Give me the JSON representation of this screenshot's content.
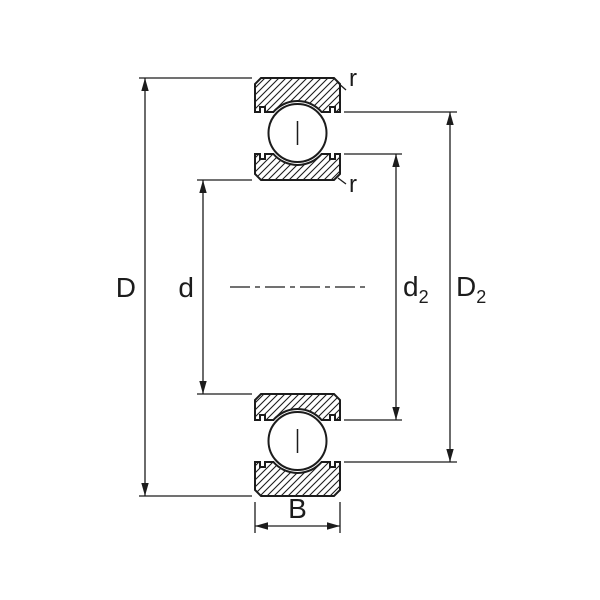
{
  "diagram": {
    "type": "bearing-cross-section-drawing",
    "labels": {
      "outer_diameter": "D",
      "bore_diameter": "d",
      "inner_shoulder_base": "d",
      "inner_shoulder_sub": "2",
      "outer_shoulder_base": "D",
      "outer_shoulder_sub": "2",
      "width": "B",
      "fillet_outer": "r",
      "fillet_inner": "r"
    },
    "colors": {
      "line": "#1c1c1c",
      "background": "#ffffff"
    }
  }
}
